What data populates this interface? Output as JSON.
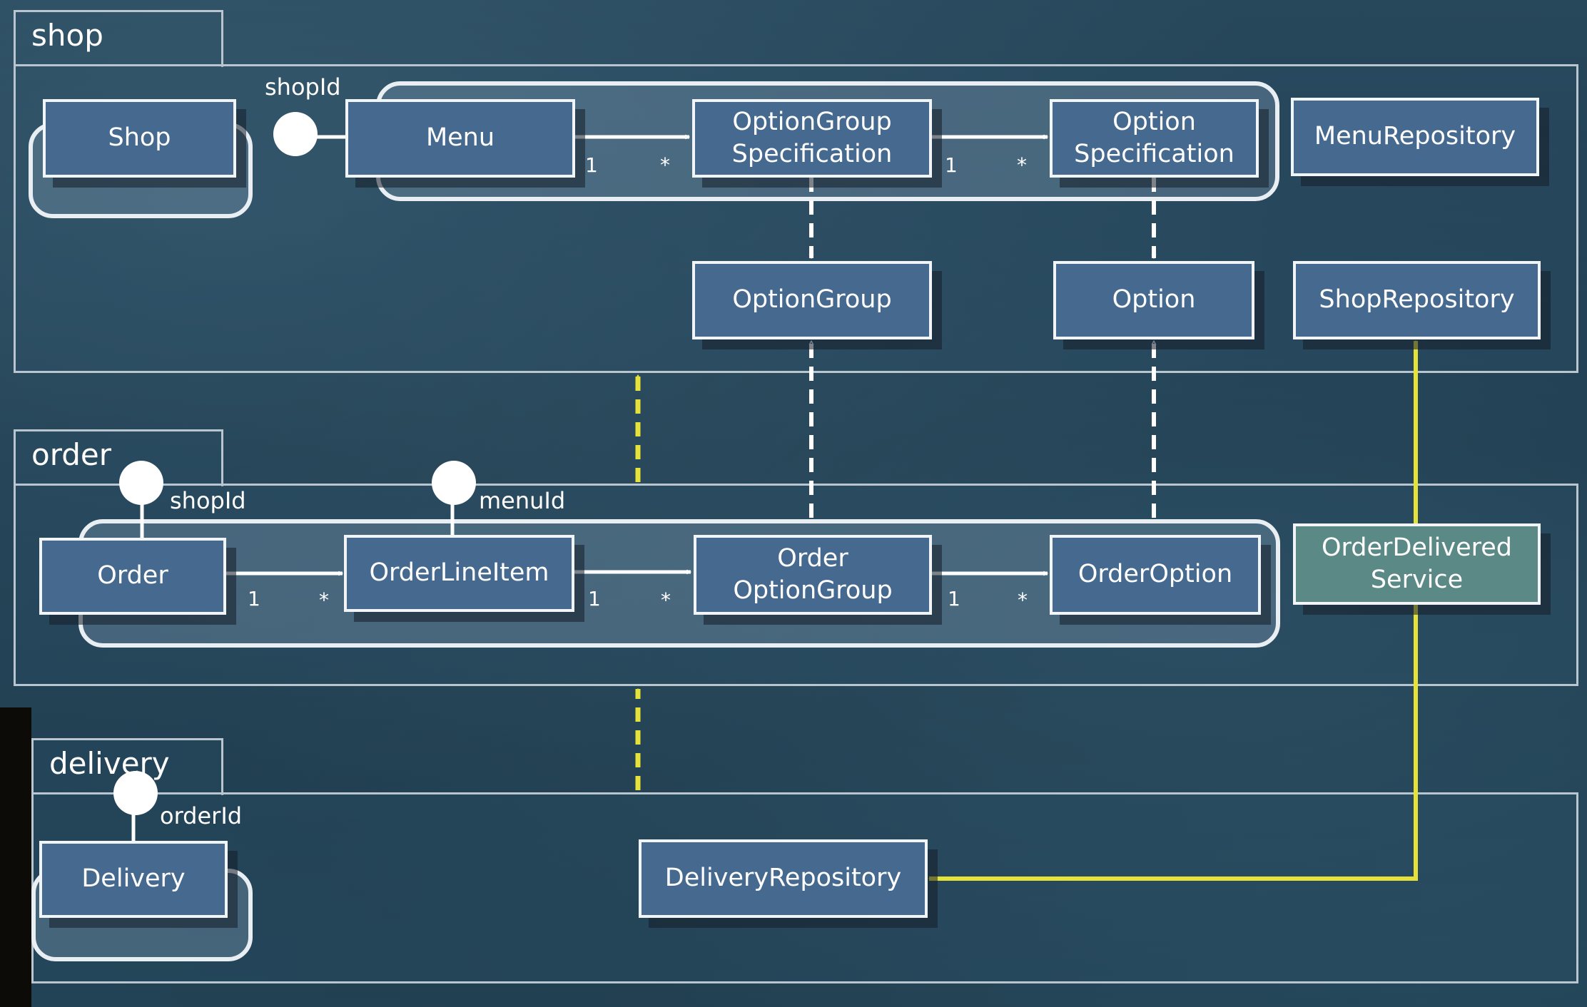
{
  "packages": {
    "shop": "shop",
    "order": "order",
    "delivery": "delivery"
  },
  "shop": {
    "shop": "Shop",
    "menu": "Menu",
    "option_group_spec": "OptionGroup\nSpecification",
    "option_spec": "Option\nSpecification",
    "menu_repository": "MenuRepository",
    "option_group": "OptionGroup",
    "option": "Option",
    "shop_repository": "ShopRepository",
    "port_shop_id": "shopId"
  },
  "order": {
    "order": "Order",
    "order_line_item": "OrderLineItem",
    "order_option_group": "Order\nOptionGroup",
    "order_option": "OrderOption",
    "order_delivered_service": "OrderDelivered\nService",
    "port_shop_id": "shopId",
    "port_menu_id": "menuId"
  },
  "delivery": {
    "delivery": "Delivery",
    "delivery_repository": "DeliveryRepository",
    "port_order_id": "orderId"
  },
  "multiplicities": {
    "one": "1",
    "many": "*"
  },
  "colors": {
    "entity_box": "#45698f",
    "service_box": "#5b8a86",
    "dependency_arrow": "#ffffff",
    "package_dependency_arrow": "#e6e23a"
  }
}
